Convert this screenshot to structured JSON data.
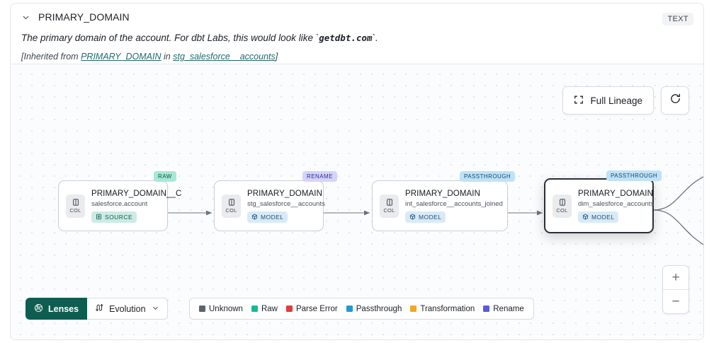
{
  "header": {
    "collapse_icon": "chevron-down-icon",
    "title": "PRIMARY_DOMAIN",
    "type_badge": "TEXT",
    "description_pre": "The primary domain of the account. For dbt Labs, this would look like `",
    "description_code": "getdbt.com",
    "description_post": "`.",
    "inherited_pre": "[Inherited from ",
    "inherited_link": "PRIMARY_DOMAIN",
    "inherited_mid": " in ",
    "inherited_source": "stg_salesforce__accounts",
    "inherited_post": "]"
  },
  "toolbar": {
    "full_lineage_label": "Full Lineage",
    "full_lineage_icon": "expand-icon",
    "refresh_icon": "refresh-icon"
  },
  "zoom_controls": {
    "zoom_in": "+",
    "zoom_out": "−"
  },
  "lineage": {
    "nodes": [
      {
        "tag": "RAW",
        "tag_class": "tag-raw",
        "chip_label": "COL",
        "title": "PRIMARY_DOMAIN__C",
        "subtitle": "salesforce.account",
        "kind": "SOURCE",
        "kind_class": "kind-source",
        "kind_icon": "database-icon",
        "selected": false
      },
      {
        "tag": "RENAME",
        "tag_class": "tag-ren",
        "chip_label": "COL",
        "title": "PRIMARY_DOMAIN",
        "subtitle": "stg_salesforce__accounts",
        "kind": "MODEL",
        "kind_class": "kind-model",
        "kind_icon": "cube-icon",
        "selected": false
      },
      {
        "tag": "PASSTHROUGH",
        "tag_class": "tag-pass",
        "chip_label": "COL",
        "title": "PRIMARY_DOMAIN",
        "subtitle": "int_salesforce__accounts_joined",
        "kind": "MODEL",
        "kind_class": "kind-model",
        "kind_icon": "cube-icon",
        "selected": false
      },
      {
        "tag": "PASSTHROUGH",
        "tag_class": "tag-pass",
        "chip_label": "COL",
        "title": "PRIMARY_DOMAIN",
        "subtitle": "dim_salesforce_accounts",
        "kind": "MODEL",
        "kind_class": "kind-model",
        "kind_icon": "cube-icon",
        "selected": true
      }
    ]
  },
  "bottom_bar": {
    "lenses_label": "Lenses",
    "lenses_icon": "aperture-icon",
    "evolution_label": "Evolution",
    "evolution_icon": "evolution-arrows-icon",
    "evolution_caret": "chevron-down-icon",
    "legend": [
      {
        "label": "Unknown",
        "color": "#5b636d"
      },
      {
        "label": "Raw",
        "color": "#17b897"
      },
      {
        "label": "Parse Error",
        "color": "#e23b3b"
      },
      {
        "label": "Passthrough",
        "color": "#1f9ad6"
      },
      {
        "label": "Transformation",
        "color": "#f5a623"
      },
      {
        "label": "Rename",
        "color": "#5b5bd6"
      }
    ]
  }
}
